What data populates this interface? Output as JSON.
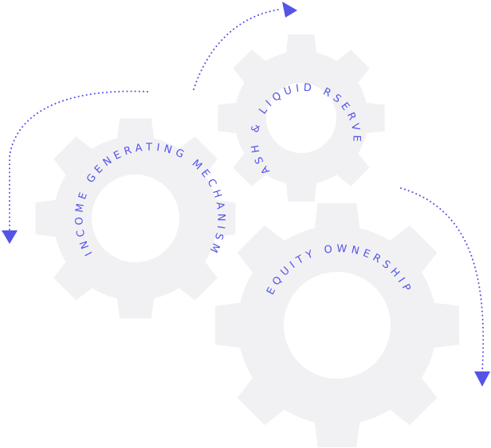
{
  "colors": {
    "gear_fill": "#f1f1f4",
    "accent": "#5454e6",
    "background": "#ffffff"
  },
  "gears": {
    "cash": {
      "label": "CASH & LIQUID RSERVES"
    },
    "income": {
      "label": "INCOME GENERATING MECHANISM"
    },
    "equity": {
      "label": "EQUITY OWNERSHIP"
    }
  },
  "arrows": {
    "top": {
      "icon": "triangle-arrow-icon"
    },
    "left": {
      "icon": "triangle-arrow-icon"
    },
    "right": {
      "icon": "triangle-arrow-icon"
    }
  }
}
